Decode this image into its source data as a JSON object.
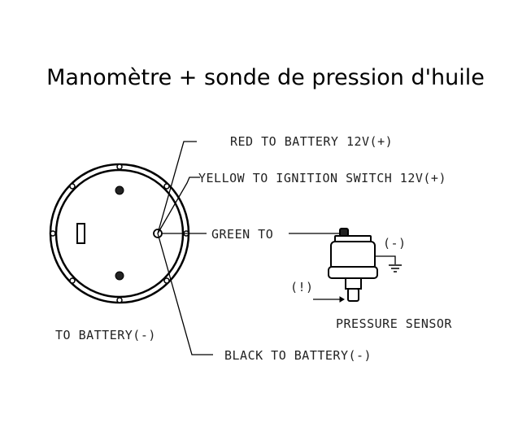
{
  "title": "Manomètre + sonde de pression d'huile",
  "labels": {
    "red": "RED TO BATTERY 12V(+)",
    "yellow": "YELLOW TO IGNITION SWITCH 12V(+)",
    "green": "GREEN TO",
    "black": "BLACK TO BATTERY(-)",
    "to_battery": "TO BATTERY(-)",
    "sensor_minus": "(-)",
    "sensor_warning": "(!)",
    "pressure_sensor": "PRESSURE SENSOR"
  }
}
